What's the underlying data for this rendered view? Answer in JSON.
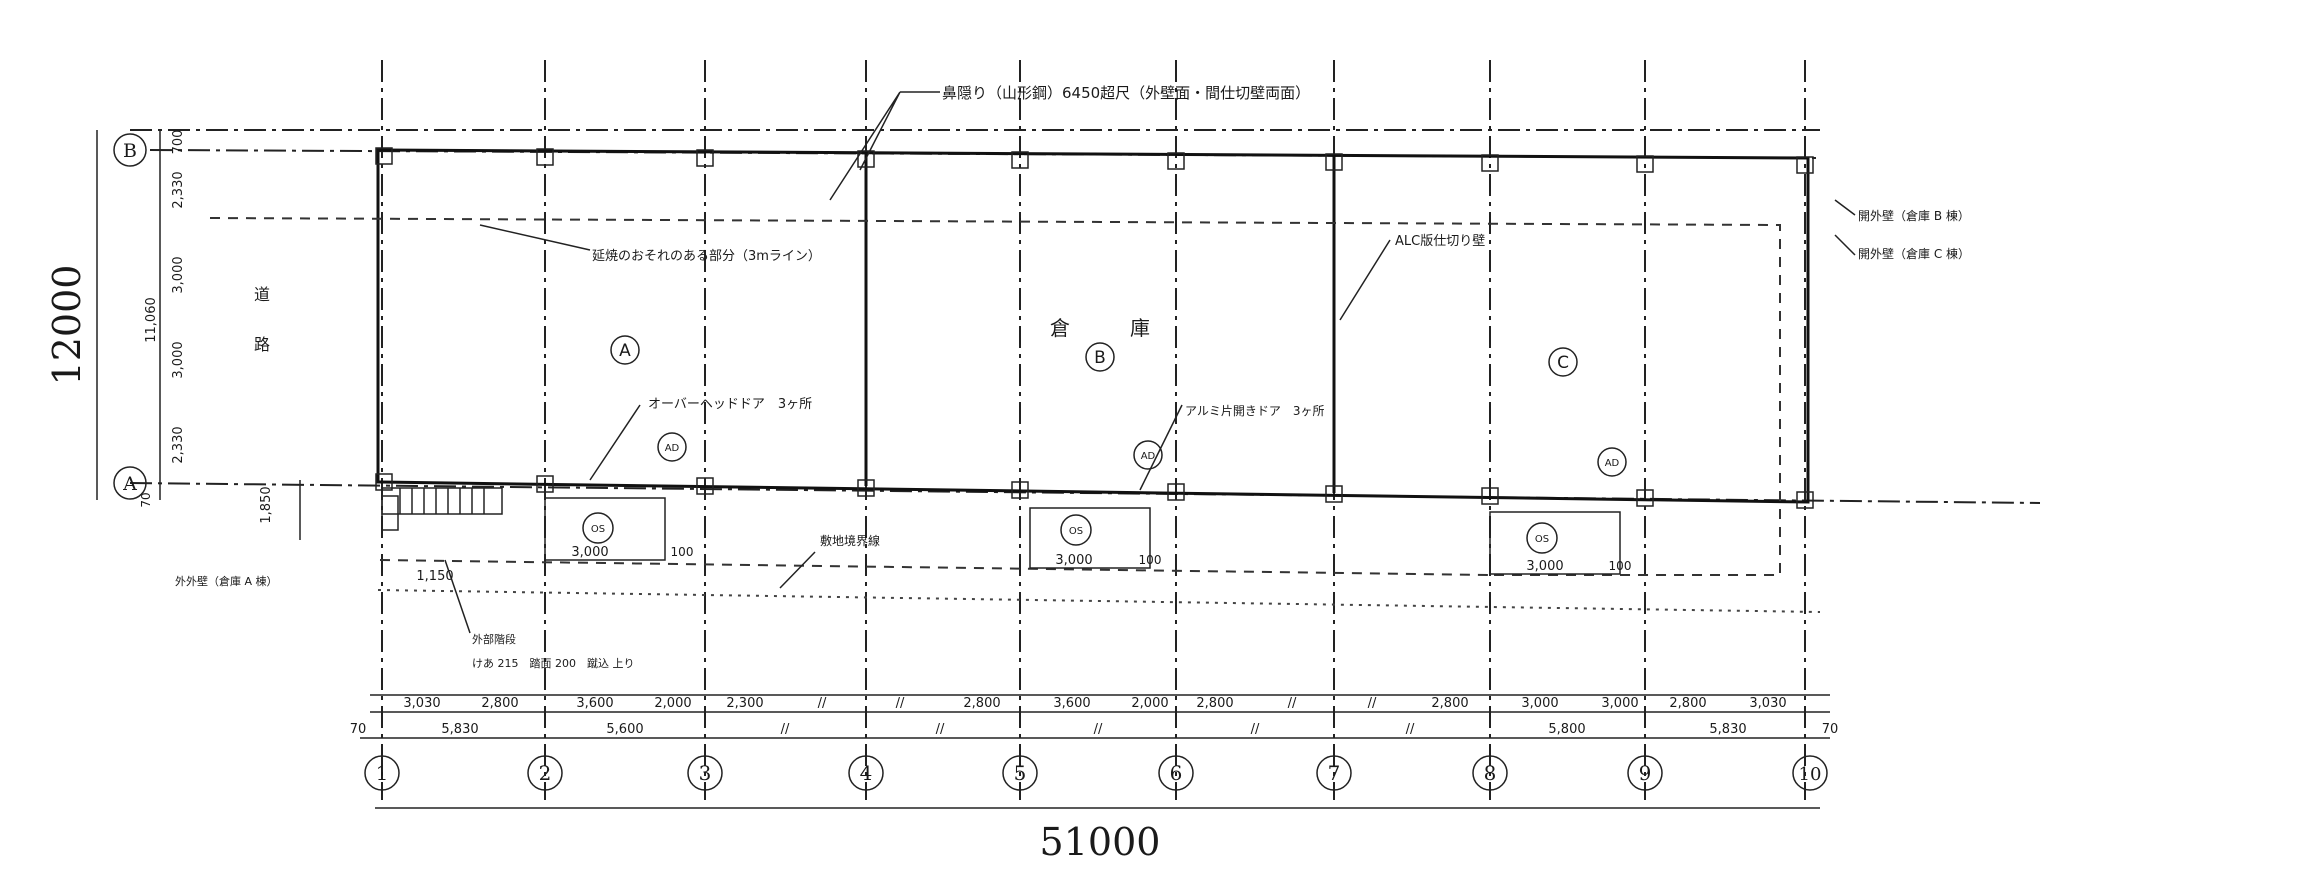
{
  "dimensions": {
    "overall_width": "51000",
    "overall_depth": "12000",
    "left_stack": [
      "700",
      "2,330",
      "3,000",
      "3,000",
      "2,330",
      "70"
    ],
    "left_total": "11,060",
    "left_minor": "1,850",
    "bottom_row1": [
      "3,030",
      "2,800",
      "3,600",
      "2,000",
      "2,300",
      "//",
      "//",
      "2,800",
      "3,600",
      "2,000",
      "2,800",
      "//",
      "//",
      "2,800",
      "3,000",
      "3,000",
      "2,800",
      "3,030"
    ],
    "bottom_row2": [
      "70",
      "5,830",
      "5,600",
      "//",
      "//",
      "//",
      "//",
      "//",
      "5,800",
      "5,830",
      "70"
    ],
    "door_widths": [
      "3,000",
      "3,000",
      "3,000"
    ],
    "door_heights": [
      "100",
      "100",
      "100"
    ],
    "gap_1150": "1,150"
  },
  "grid": {
    "columns": [
      "1",
      "2",
      "3",
      "4",
      "5",
      "6",
      "7",
      "8",
      "9",
      "10"
    ],
    "rows": [
      "B",
      "A"
    ]
  },
  "rooms": [
    {
      "label": "A"
    },
    {
      "label": "B"
    },
    {
      "label": "C"
    }
  ],
  "warehouse_label": [
    "倉",
    "庫"
  ],
  "side_label": [
    "道",
    "路"
  ],
  "notes": {
    "eaves": "鼻隠り（山形鋼）6450超尺（外壁面・間仕切壁両面）",
    "fire_spread": "延焼のおそれのある部分（3mライン）",
    "overhead_door": "オーバーヘッドドア　3ヶ所",
    "alc": "ALC版仕切り壁",
    "aluminum_door": "アルミ片開きドア　3ヶ所",
    "property_line": "敷地境界線",
    "right_note_1": "開外壁（倉庫 B 棟）",
    "right_note_2": "開外壁（倉庫 C 棟）",
    "left_note": "外外壁（倉庫 A 棟）",
    "stair_1": "外部階段",
    "stair_2": "けあ 215　踏面 200　蹴込 上り"
  },
  "door_symbols": [
    "OS",
    "OS",
    "OS"
  ],
  "aluminum_symbols": [
    "AD",
    "AD",
    "AD"
  ]
}
